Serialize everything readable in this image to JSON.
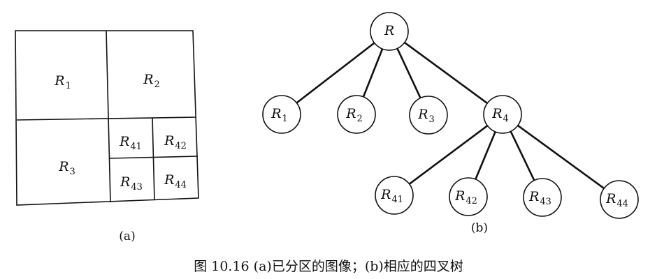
{
  "panel_a": {
    "caption": "(a)",
    "regions": [
      {
        "id": "R1",
        "base": "R",
        "sub": "1"
      },
      {
        "id": "R2",
        "base": "R",
        "sub": "2"
      },
      {
        "id": "R3",
        "base": "R",
        "sub": "3"
      },
      {
        "id": "R41",
        "base": "R",
        "sub": "41"
      },
      {
        "id": "R42",
        "base": "R",
        "sub": "42"
      },
      {
        "id": "R43",
        "base": "R",
        "sub": "43"
      },
      {
        "id": "R44",
        "base": "R",
        "sub": "44"
      }
    ]
  },
  "panel_b": {
    "caption": "(b)",
    "nodes": [
      {
        "id": "R",
        "base": "R",
        "sub": ""
      },
      {
        "id": "R1",
        "base": "R",
        "sub": "1"
      },
      {
        "id": "R2",
        "base": "R",
        "sub": "2"
      },
      {
        "id": "R3",
        "base": "R",
        "sub": "3"
      },
      {
        "id": "R4",
        "base": "R",
        "sub": "4"
      },
      {
        "id": "R41",
        "base": "R",
        "sub": "41"
      },
      {
        "id": "R42",
        "base": "R",
        "sub": "42"
      },
      {
        "id": "R43",
        "base": "R",
        "sub": "43"
      },
      {
        "id": "R44",
        "base": "R",
        "sub": "44"
      }
    ],
    "edges": [
      [
        "R",
        "R1"
      ],
      [
        "R",
        "R2"
      ],
      [
        "R",
        "R3"
      ],
      [
        "R",
        "R4"
      ],
      [
        "R4",
        "R41"
      ],
      [
        "R4",
        "R42"
      ],
      [
        "R4",
        "R43"
      ],
      [
        "R4",
        "R44"
      ]
    ]
  },
  "figure_caption": "图 10.16   (a)已分区的图像；(b)相应的四叉树"
}
